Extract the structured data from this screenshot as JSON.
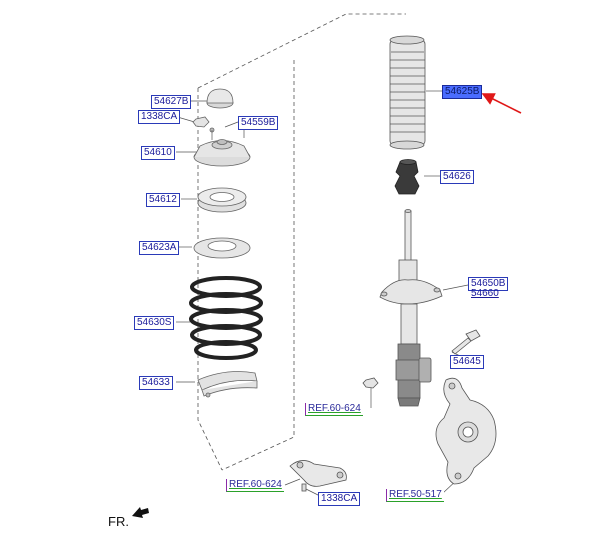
{
  "labels": {
    "p54627B": "54627B",
    "p1338CA_top": "1338CA",
    "p54559B": "54559B",
    "p54610": "54610",
    "p54612": "54612",
    "p54623A": "54623A",
    "p54630S": "54630S",
    "p54633": "54633",
    "p54625B": "54625B",
    "p54626": "54626",
    "p54650B": "54650B",
    "p54660": "54660",
    "p54645": "54645",
    "p1338CA_bottom": "1338CA"
  },
  "references": {
    "ref1": "REF.60-624",
    "ref2": "REF.60-624",
    "ref3": "REF.50-517"
  },
  "orientation": "FR.",
  "colors": {
    "label_border": "#2a3ab8",
    "selected_fill": "#4a6cff",
    "callout_arrow": "#e01818",
    "ref_underline": "#2aa12a"
  }
}
